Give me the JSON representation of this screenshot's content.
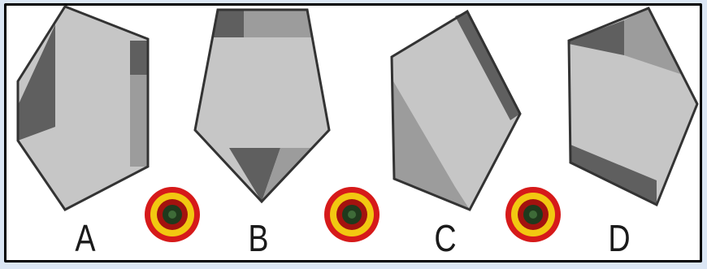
{
  "options": [
    {
      "label": "A"
    },
    {
      "label": "B"
    },
    {
      "label": "C"
    },
    {
      "label": "D"
    }
  ],
  "colors": {
    "light_face": "#c4c4c4",
    "mid_face": "#9a9a9a",
    "dark_face": "#5e5e5e",
    "outline": "#333333",
    "frame_bg": "#dbe6f4"
  }
}
